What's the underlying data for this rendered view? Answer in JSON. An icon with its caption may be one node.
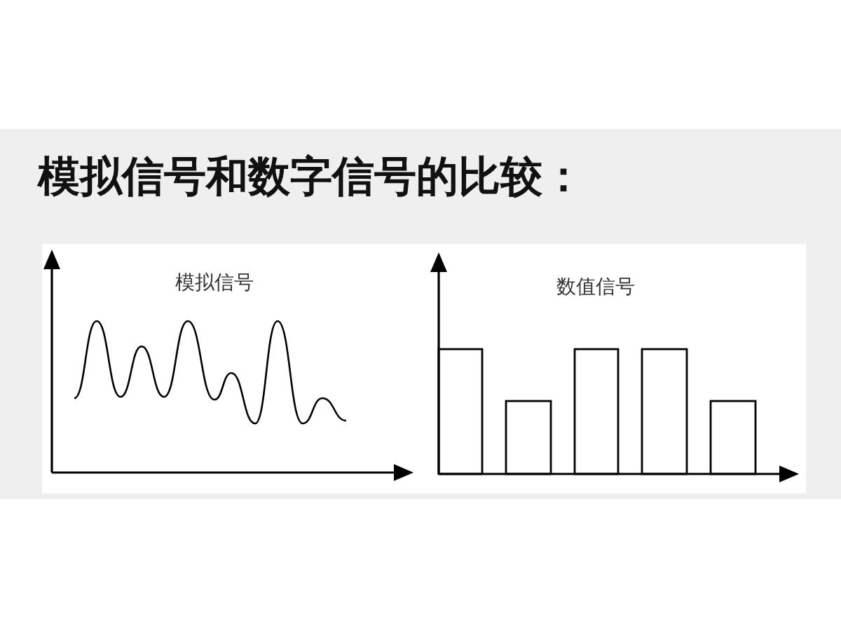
{
  "diagram": {
    "title": "模拟信号和数字信号的比较：",
    "labels": [
      "模拟信号",
      "数值信号"
    ]
  }
}
